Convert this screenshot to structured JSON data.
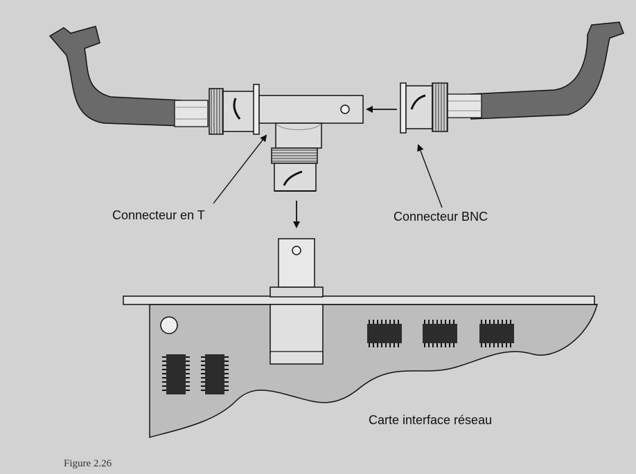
{
  "labels": {
    "tee": "Connecteur en T",
    "bnc": "Connecteur BNC",
    "nic": "Carte interface réseau"
  },
  "caption": "Figure 2.26",
  "colors": {
    "background": "#d2d2d2",
    "cable": "#6a6a6a",
    "metal": "#dcdcdc",
    "board": "#bdbdbd",
    "chip": "#2c2c2c",
    "line": "#111111"
  },
  "icons": [
    "cable-icon",
    "t-connector-icon",
    "bnc-connector-icon",
    "network-card-icon",
    "arrow-icon"
  ]
}
